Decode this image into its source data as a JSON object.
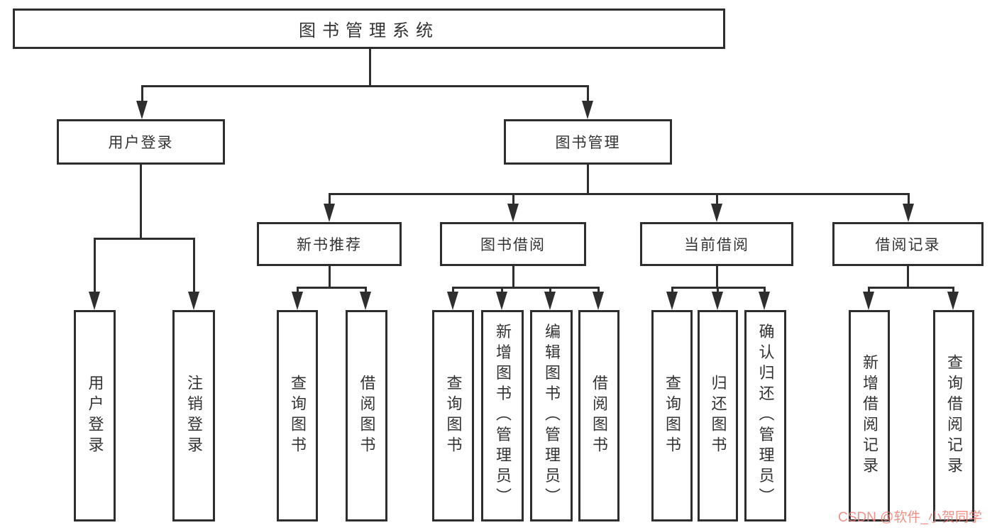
{
  "root": {
    "label": "图书管理系统"
  },
  "branches": {
    "user_login": {
      "label": "用户登录",
      "children": [
        "用户登录",
        "注销登录"
      ]
    },
    "book_mgmt": {
      "label": "图书管理",
      "groups": [
        {
          "label": "新书推荐",
          "children": [
            "查询图书",
            "借阅图书"
          ]
        },
        {
          "label": "图书借阅",
          "children": [
            "查询图书",
            "新增图书（管理员）",
            "编辑图书（管理员）",
            "借阅图书"
          ]
        },
        {
          "label": "当前借阅",
          "children": [
            "查询图书",
            "归还图书",
            "确认归还（管理员）"
          ]
        },
        {
          "label": "借阅记录",
          "children": [
            "新增借阅记录",
            "查询借阅记录"
          ]
        }
      ]
    }
  },
  "watermark": {
    "text": "CSDN @软件_小贺同学"
  },
  "colors": {
    "line": "#2e2e2e",
    "text": "#333333",
    "background": "#ffffff",
    "watermark": "#f07d73"
  }
}
